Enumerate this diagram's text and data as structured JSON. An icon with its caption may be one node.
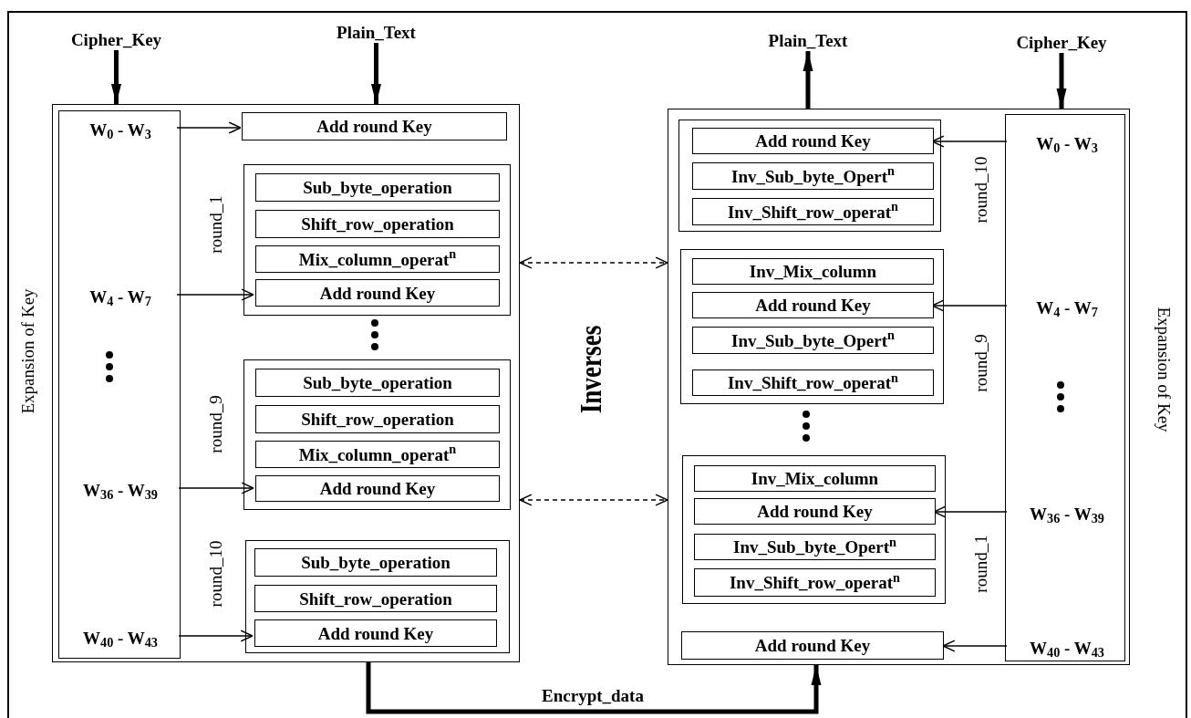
{
  "diagram": {
    "nodes": [
      {
        "text": [
          "Cipher_Key"
        ]
      },
      {
        "text": [
          "Plain_Text"
        ]
      },
      {
        "text": [],
        "shape": "box"
      },
      {
        "text": [],
        "shape": "box",
        "in": 2,
        "beside": [
          "Expansion of Key"
        ]
      },
      {
        "text": [
          "W$_{0}$ - W$_{3}$"
        ],
        "in": 3
      },
      {
        "text": [
          "W$_{4}$ - W$_{7}$"
        ],
        "in": 3
      },
      {
        "text": [
          "W$_{36}$ - W$_{39}$"
        ],
        "in": 3
      },
      {
        "text": [
          "W$_{40}$ - W$_{43}$"
        ],
        "in": 3
      },
      {
        "text": [
          "Add round Key"
        ],
        "in": 2
      },
      {
        "text": [],
        "shape": "box",
        "in": 2,
        "beside": [
          "round_1"
        ]
      },
      {
        "text": [
          "Sub_byte_operation"
        ],
        "in": 9
      },
      {
        "text": [
          "Shift_row_operation"
        ],
        "in": 9
      },
      {
        "text": [
          "Mix_column_operat$^{n}$"
        ],
        "in": 9
      },
      {
        "text": [
          "Add round Key"
        ],
        "in": 9
      },
      {
        "text": [],
        "shape": "box",
        "in": 2,
        "beside": [
          "round_9"
        ]
      },
      {
        "text": [
          "Sub_byte_operation"
        ],
        "in": 14
      },
      {
        "text": [
          "Shift_row_operation"
        ],
        "in": 14
      },
      {
        "text": [
          "Mix_column_operat$^{n}$"
        ],
        "in": 14
      },
      {
        "text": [
          "Add round Key"
        ],
        "in": 14
      },
      {
        "text": [],
        "shape": "box",
        "in": 2,
        "beside": [
          "round_10"
        ]
      },
      {
        "text": [
          "Sub_byte_operation"
        ],
        "in": 19
      },
      {
        "text": [
          "Shift_row_operation"
        ],
        "in": 19
      },
      {
        "text": [
          "Add round Key"
        ],
        "in": 19
      },
      {
        "text": [
          "Plain_Text"
        ]
      },
      {
        "text": [
          "Cipher_Key"
        ]
      },
      {
        "text": [],
        "shape": "box"
      },
      {
        "text": [],
        "shape": "box",
        "in": 25,
        "beside": [
          "round_10"
        ]
      },
      {
        "text": [
          "Add round Key"
        ],
        "in": 26
      },
      {
        "text": [
          "Inv_Sub_byte_Opert$^{n}$"
        ],
        "in": 26
      },
      {
        "text": [
          "Inv_Shift_row_operat$^{n}$"
        ],
        "in": 26
      },
      {
        "text": [],
        "shape": "box",
        "in": 25,
        "beside": [
          "round_9"
        ]
      },
      {
        "text": [
          "Inv_Mix_column"
        ],
        "in": 30
      },
      {
        "text": [
          "Add round Key"
        ],
        "in": 30
      },
      {
        "text": [
          "Inv_Sub_byte_Opert$^{n}$"
        ],
        "in": 30
      },
      {
        "text": [
          "Inv_Shift_row_operat$^{n}$"
        ],
        "in": 30
      },
      {
        "text": [],
        "shape": "box",
        "in": 25,
        "beside": [
          "round_1"
        ]
      },
      {
        "text": [
          "Inv_Mix_column"
        ],
        "in": 35
      },
      {
        "text": [
          "Add round Key"
        ],
        "in": 35
      },
      {
        "text": [
          "Inv_Sub_byte_Opert$^{n}$"
        ],
        "in": 35
      },
      {
        "text": [
          "Inv_Shift_row_operat$^{n}$"
        ],
        "in": 35
      },
      {
        "text": [
          "Add round Key"
        ],
        "in": 25
      },
      {
        "text": [],
        "shape": "box",
        "in": 25,
        "beside": [
          "Expansion of Key"
        ]
      },
      {
        "text": [
          "W$_{0}$ - W$_{3}$"
        ],
        "in": 41
      },
      {
        "text": [
          "W$_{4}$ - W$_{7}$"
        ],
        "in": 41
      },
      {
        "text": [
          "W$_{36}$ - W$_{39}$"
        ],
        "in": 41
      },
      {
        "text": [
          "W$_{40}$ - W$_{43}$"
        ],
        "in": 41
      }
    ],
    "edges": [
      {
        "from": 0,
        "to": 2,
        "arrow": "to",
        "style": "thick"
      },
      {
        "from": 1,
        "to": 2,
        "arrow": "to",
        "style": "thick"
      },
      {
        "from": 4,
        "to": 8,
        "arrow": "to"
      },
      {
        "from": 5,
        "to": 13,
        "arrow": "to"
      },
      {
        "from": 6,
        "to": 18,
        "arrow": "to"
      },
      {
        "from": 7,
        "to": 22,
        "arrow": "to"
      },
      {
        "from": 2,
        "to": 25,
        "arrow": "both",
        "style": "dashed"
      },
      {
        "from": 2,
        "to": 25,
        "arrow": "both",
        "style": "dashed"
      },
      {
        "from": 2,
        "to": 25,
        "arrow": "to",
        "style": "thick",
        "label": "Encrypt_data"
      },
      {
        "from": 25,
        "to": 23,
        "arrow": "to",
        "style": "thick"
      },
      {
        "from": 24,
        "to": 25,
        "arrow": "to",
        "style": "thick"
      },
      {
        "from": 42,
        "to": 27,
        "arrow": "to"
      },
      {
        "from": 43,
        "to": 32,
        "arrow": "to"
      },
      {
        "from": 44,
        "to": 37,
        "arrow": "to"
      },
      {
        "from": 45,
        "to": 40,
        "arrow": "to"
      }
    ],
    "labels": [
      "Inverses"
    ]
  }
}
